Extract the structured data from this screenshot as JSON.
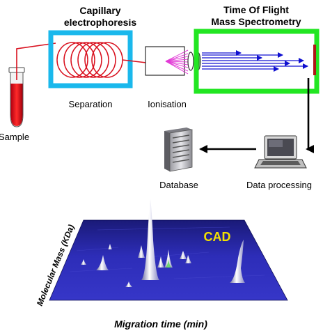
{
  "labels": {
    "ce_title_line1": "Capillary",
    "ce_title_line2": "electrophoresis",
    "tof_title_line1": "Time Of Flight",
    "tof_title_line2": "Mass Spectrometry",
    "sample": "Sample",
    "separation": "Separation",
    "ionisation": "Ionisation",
    "database": "Database",
    "data_processing": "Data processing",
    "y_axis": "Molecular Mass (KDa)",
    "x_axis": "Migration time (min)",
    "plot_tag": "CAD"
  },
  "colors": {
    "ce_box": "#1ab8ec",
    "tof_box": "#22e622",
    "capillary": "#d9101e",
    "ion_beams": "#e23bd6",
    "flight_arrows": "#1010d0",
    "detector": "#b01818",
    "plot_surface": "#2020a0",
    "plot_tag": "#f4e000"
  },
  "icons": {
    "sample_tube": "test-tube-icon",
    "database": "server-tower-icon",
    "data_processing": "laptop-icon"
  }
}
